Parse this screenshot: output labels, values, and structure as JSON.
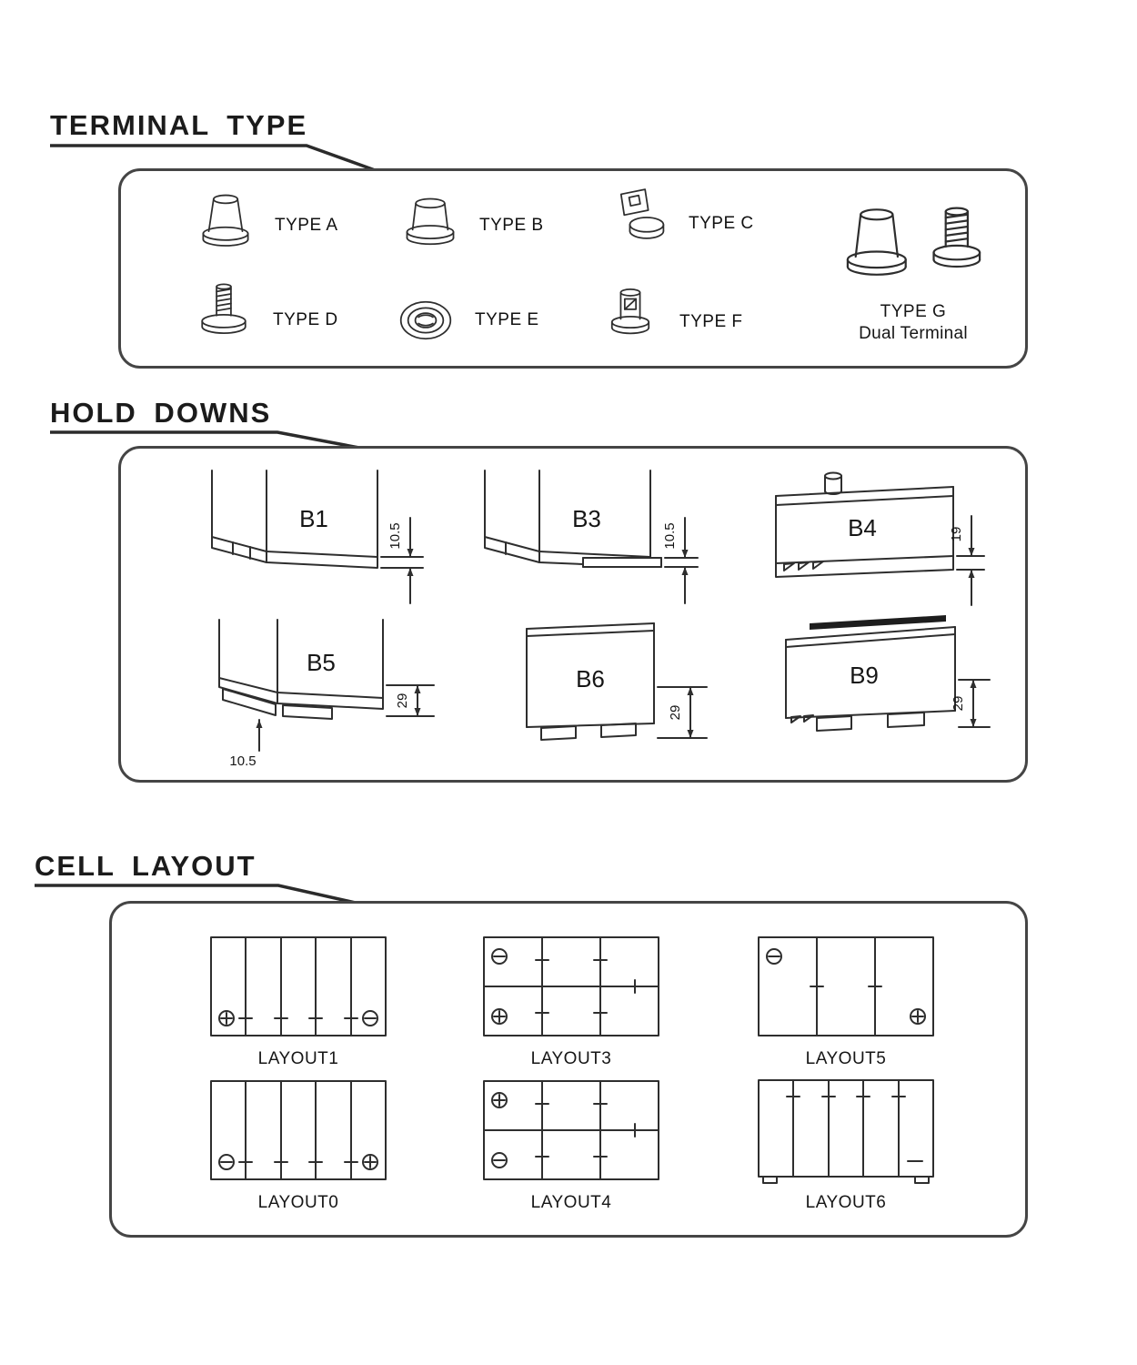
{
  "sections": {
    "terminal_type": {
      "title": "TERMINAL TYPE"
    },
    "hold_downs": {
      "title": "HOLD DOWNS"
    },
    "cell_layout": {
      "title": "CELL LAYOUT"
    }
  },
  "terminals": [
    {
      "label": "TYPE A"
    },
    {
      "label": "TYPE B"
    },
    {
      "label": "TYPE C"
    },
    {
      "label": "TYPE D"
    },
    {
      "label": "TYPE E"
    },
    {
      "label": "TYPE F"
    },
    {
      "label": "TYPE G",
      "sublabel": "Dual Terminal"
    }
  ],
  "hold_downs": [
    {
      "label": "B1",
      "dim": "10.5"
    },
    {
      "label": "B3",
      "dim": "10.5"
    },
    {
      "label": "B4",
      "dim": "19"
    },
    {
      "label": "B5",
      "dim": "29",
      "dim2": "10.5"
    },
    {
      "label": "B6",
      "dim": "29"
    },
    {
      "label": "B9",
      "dim": "29"
    }
  ],
  "layouts": [
    {
      "label": "LAYOUT1"
    },
    {
      "label": "LAYOUT3"
    },
    {
      "label": "LAYOUT5"
    },
    {
      "label": "LAYOUT0"
    },
    {
      "label": "LAYOUT4"
    },
    {
      "label": "LAYOUT6"
    }
  ],
  "colors": {
    "line": "#2e2e2e",
    "background": "#ffffff"
  }
}
